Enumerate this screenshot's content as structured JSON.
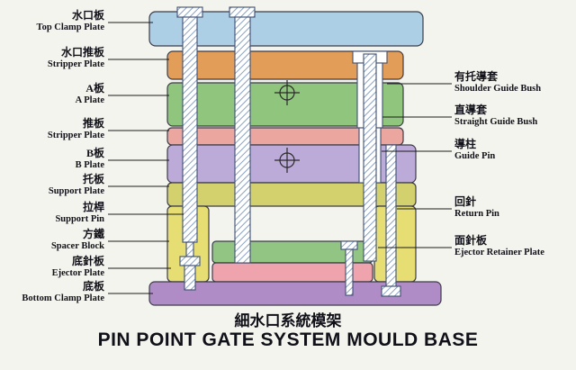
{
  "titles": {
    "chinese": "細水口系統模架",
    "english": "PIN POINT GATE SYSTEM MOULD BASE"
  },
  "left_labels": [
    {
      "zh": "水口板",
      "en": "Top Clamp Plate"
    },
    {
      "zh": "水口推板",
      "en": "Stripper Plate"
    },
    {
      "zh": "A板",
      "en": "A Plate"
    },
    {
      "zh": "推板",
      "en": "Stripper Plate"
    },
    {
      "zh": "B板",
      "en": "B Plate"
    },
    {
      "zh": "托板",
      "en": "Support Plate"
    },
    {
      "zh": "拉桿",
      "en": "Support Pin"
    },
    {
      "zh": "方鐵",
      "en": "Spacer Block"
    },
    {
      "zh": "底針板",
      "en": "Ejector Plate"
    },
    {
      "zh": "底板",
      "en": "Bottom Clamp Plate"
    }
  ],
  "right_labels": [
    {
      "zh": "有托導套",
      "en": "Shoulder Guide Bush"
    },
    {
      "zh": "直導套",
      "en": "Straight Guide Bush"
    },
    {
      "zh": "導柱",
      "en": "Guide Pin"
    },
    {
      "zh": "回針",
      "en": "Return Pin"
    },
    {
      "zh": "面針板",
      "en": "Ejector Retainer Plate"
    }
  ],
  "colors": {
    "top_clamp_plate": "#accfe6",
    "stripper_plate_top": "#e29e58",
    "a_plate": "#8fc57c",
    "stripper_plate_mid": "#eba6a0",
    "b_plate": "#bcaad8",
    "support_plate": "#d3d16d",
    "spacer_block": "#e6de72",
    "ejector_retainer_plate": "#92c584",
    "ejector_plate": "#efa3ad",
    "bottom_clamp_plate": "#b08cc6",
    "hatch": "#8aa2c2"
  }
}
